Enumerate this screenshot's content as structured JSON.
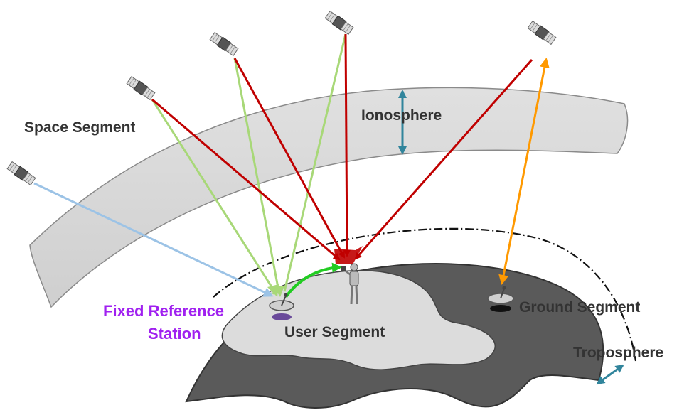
{
  "labels": {
    "space_segment": "Space Segment",
    "ionosphere": "Ionosphere",
    "fixed_reference_line1": "Fixed Reference",
    "fixed_reference_line2": "Station",
    "user_segment": "User Segment",
    "ground_segment": "Ground Segment",
    "troposphere": "Troposphere"
  },
  "colors": {
    "ionosphere_band": "#d6d6d6",
    "earth_dark": "#5a5a5a",
    "earth_light": "#dcdcdc",
    "signal_red": "#c00000",
    "signal_green": "#a8d878",
    "signal_blue": "#9cc3e6",
    "correction_green": "#22cc22",
    "uplink_orange": "#ff9900",
    "layer_marker": "#31859c",
    "station_label": "#a020f0"
  },
  "icons": [
    "satellite-icon",
    "dish-antenna-icon",
    "user-person-icon"
  ]
}
